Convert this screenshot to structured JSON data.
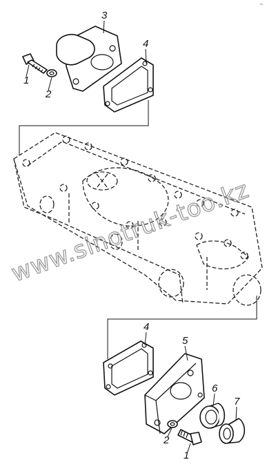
{
  "callouts": {
    "top_bolt": "1",
    "top_washer": "2",
    "top_flange": "3",
    "top_gasket": "4",
    "bottom_gasket": "4",
    "bottom_plate": "5",
    "bottom_seal_ring": "6",
    "bottom_cap": "7",
    "bottom_washer": "2",
    "bottom_bolt": "1"
  },
  "watermark": "www.sinotruk-too.kz",
  "corner_mark": "~"
}
